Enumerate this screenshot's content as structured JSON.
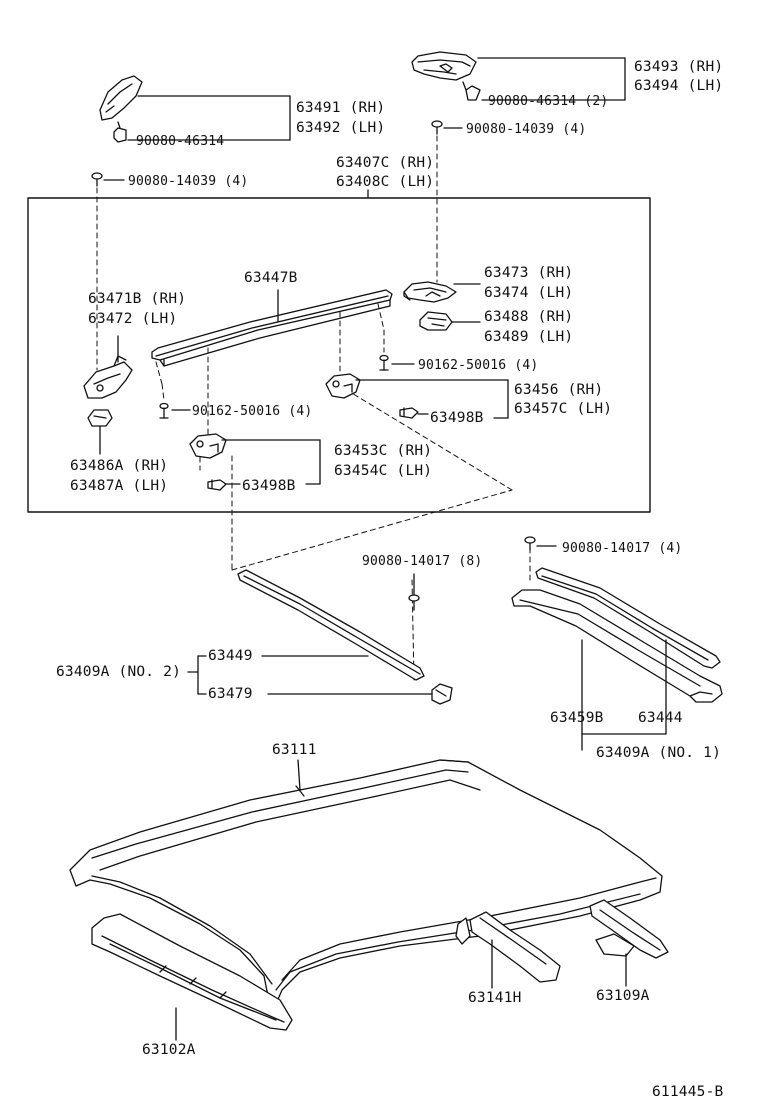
{
  "labels": {
    "p63493": "63493 (RH)",
    "p63494": "63494 (LH)",
    "p90080_46314_2": "90080-46314 (2)",
    "p63491": "63491 (RH)",
    "p63492": "63492 (LH)",
    "p90080_46314": "90080-46314",
    "p90080_14039_a": "90080-14039 (4)",
    "p63407c": "63407C (RH)",
    "p63408c": "63408C (LH)",
    "p90080_14039_b": "90080-14039 (4)",
    "p63447b": "63447B",
    "p63473": "63473 (RH)",
    "p63474": "63474 (LH)",
    "p63471b": "63471B (RH)",
    "p63472": "63472  (LH)",
    "p63488": "63488 (RH)",
    "p63489": "63489 (LH)",
    "p90162_50016_a": "90162-50016 (4)",
    "p63456": "63456  (RH)",
    "p63457c": "63457C (LH)",
    "p63498b_a": "63498B",
    "p90162_50016_b": "90162-50016 (4)",
    "p63453c": "63453C (RH)",
    "p63454c": "63454C (LH)",
    "p63486a": "63486A (RH)",
    "p63487a": "63487A (LH)",
    "p63498b_b": "63498B",
    "p90080_14017_8": "90080-14017 (8)",
    "p90080_14017_4": "90080-14017 (4)",
    "p63409a_no2": "63409A (NO. 2)",
    "p63449": "63449",
    "p63479": "63479",
    "p63459b": "63459B",
    "p63444": "63444",
    "p63409a_no1": "63409A (NO. 1)",
    "p63111": "63111",
    "p63141h": "63141H",
    "p63109a": "63109A",
    "p63102a": "63102A",
    "p611445b": "611445-B"
  }
}
